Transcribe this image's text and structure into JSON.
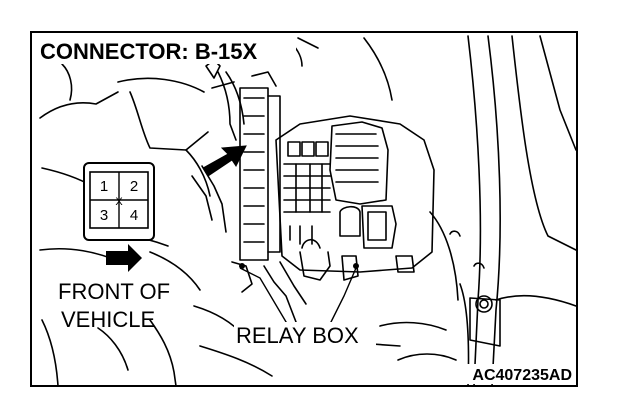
{
  "header": {
    "title": "CONNECTOR: B-15X"
  },
  "connector_pins": [
    "1",
    "2",
    "3",
    "4",
    "X"
  ],
  "labels": {
    "front_line1": "FRONT OF",
    "front_line2": "VEHICLE",
    "relay_box": "RELAY BOX"
  },
  "footer": {
    "figure_code": "AC407235AD"
  }
}
